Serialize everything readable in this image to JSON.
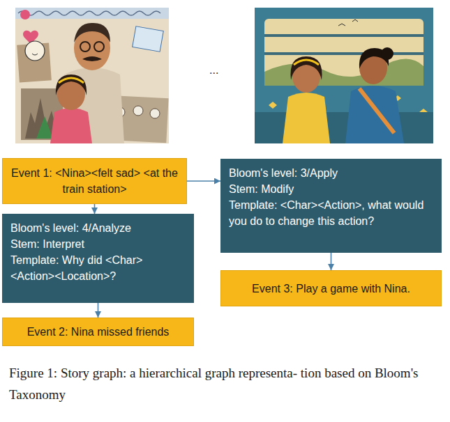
{
  "diagram": {
    "caption": "Figure 1: Story graph: a hierarchical graph representa- tion based on Bloom's Taxonomy",
    "nodes": [
      {
        "text": [
          "Event 1: <Nina><felt sad> <at the train station>"
        ]
      },
      {
        "text": [
          "Bloom's level: 4/Analyze",
          "Stem: Interpret",
          "Template: Why did <Char><Action><Location>?"
        ]
      },
      {
        "text": [
          "Event 2: Nina missed friends"
        ]
      },
      {
        "text": [
          "Bloom's level: 3/Apply",
          "Stem: Modify",
          "Template: <Char><Action>, what would you do to change this action?"
        ]
      },
      {
        "text": [
          "Event 3: Play a game with Nina."
        ]
      }
    ],
    "edges": [
      {
        "from": 0,
        "to": 1,
        "arrow": "to"
      },
      {
        "from": 1,
        "to": 2,
        "arrow": "to"
      },
      {
        "from": 0,
        "to": 3,
        "arrow": "to"
      },
      {
        "from": 3,
        "to": 4,
        "arrow": "to"
      }
    ],
    "labels": [
      "..."
    ]
  }
}
